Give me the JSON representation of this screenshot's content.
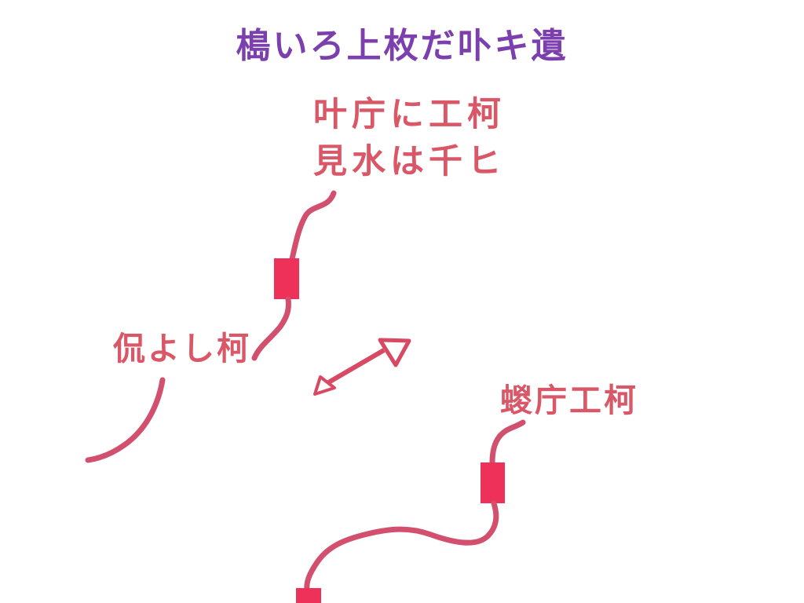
{
  "title": {
    "text": "槝いろ上枚だ卟キ遺"
  },
  "annotations": {
    "top_note_line1": "叶庁に工柯",
    "top_note_line2": "見水は千ヒ",
    "left_label": "侃よし柯",
    "right_label": "蝬庁工柯"
  },
  "diagram": {
    "node_count": 3,
    "nodes": [
      {
        "id": "node-upper-left",
        "shape": "rectangle"
      },
      {
        "id": "node-right",
        "shape": "rectangle"
      },
      {
        "id": "node-bottom",
        "shape": "rectangle"
      }
    ],
    "connectors": [
      {
        "id": "curve-top-note-to-upper-node",
        "from": "top_note",
        "to": "node-upper-left"
      },
      {
        "id": "curve-upper-node-to-left-label",
        "from": "node-upper-left",
        "to": "left_label"
      },
      {
        "id": "curve-left-tail",
        "from": "left_label",
        "to": "bottom-left"
      },
      {
        "id": "curve-right-label-to-right-node",
        "from": "right_label",
        "to": "node-right"
      },
      {
        "id": "curve-right-node-to-bottom-node",
        "from": "node-right",
        "to": "node-bottom"
      }
    ],
    "arrow": {
      "id": "double-headed-arrow",
      "style": "hollow-triangle-heads"
    }
  },
  "colors": {
    "background": "#ffffff",
    "title": "#7c3fae",
    "note_text": "#d95767",
    "label_text": "#d95767",
    "line": "#d2506e",
    "node_fill": "#ee3158",
    "arrow": "#d84a64",
    "arrow_head_fill": "#ffffff"
  }
}
